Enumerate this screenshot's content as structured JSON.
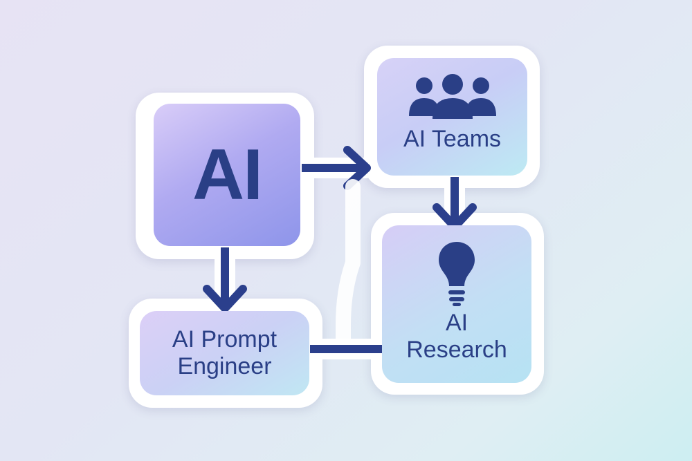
{
  "diagram": {
    "nodes": {
      "ai": {
        "label": "AI"
      },
      "teams": {
        "label": "AI Teams",
        "icon": "people-icon"
      },
      "prompt": {
        "label_line1": "AI Prompt",
        "label_line2": "Engineer"
      },
      "research": {
        "label_line1": "AI",
        "label_line2": "Research",
        "icon": "lightbulb-icon"
      }
    },
    "edges": [
      {
        "from": "AI",
        "to": "AI Teams"
      },
      {
        "from": "AI",
        "to": "AI Prompt Engineer"
      },
      {
        "from": "AI Teams",
        "to": "AI Research"
      },
      {
        "from": "AI Prompt Engineer",
        "to": "AI Research"
      }
    ],
    "colors": {
      "text": "#2a3f86",
      "connector": "#2b3f8c",
      "node_frame": "#ffffff"
    }
  }
}
